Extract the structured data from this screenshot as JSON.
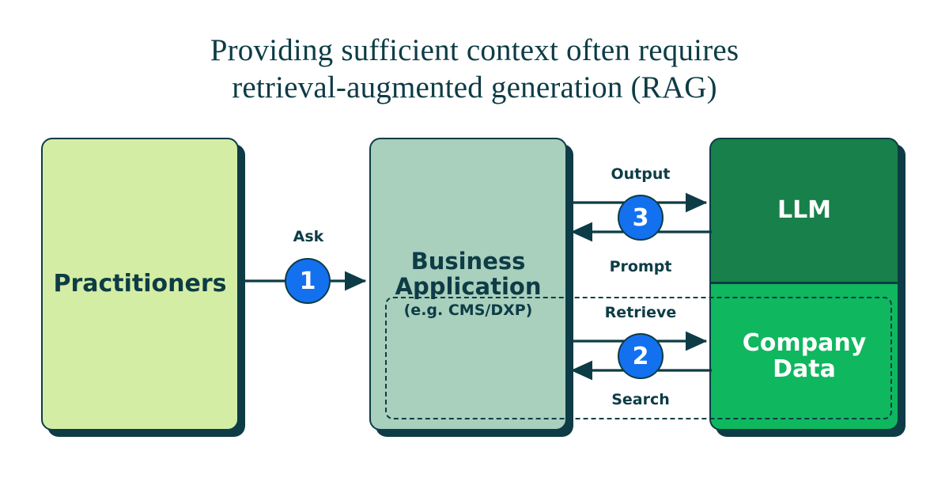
{
  "title": {
    "line1": "Providing sufficient context often requires",
    "line2": "retrieval-augmented generation (RAG)"
  },
  "colors": {
    "title_text": "#0d3c46",
    "outline": "#0d3c46",
    "practitioners_fill": "#d4eda4",
    "business_app_fill": "#a9cfbd",
    "llm_fill": "#18804a",
    "company_data_fill": "#0fb75e",
    "step_circle_fill": "#1371f0",
    "step_circle_text": "#ffffff",
    "background": "#ffffff"
  },
  "nodes": {
    "practitioners": {
      "label": "Practitioners"
    },
    "business_application": {
      "label_line1": "Business",
      "label_line2": "Application",
      "sublabel": "(e.g. CMS/DXP)"
    },
    "llm": {
      "label": "LLM"
    },
    "company_data": {
      "label_line1": "Company",
      "label_line2": "Data"
    }
  },
  "boundary": {
    "name": "rag-dashed-boundary",
    "style": "dashed"
  },
  "steps": [
    {
      "number": "1",
      "label": "Ask",
      "from": "practitioners",
      "to": "business_application",
      "direction": "right"
    },
    {
      "number": "2",
      "label_top": "Retrieve",
      "label_bottom": "Search",
      "from": "business_application",
      "to": "company_data"
    },
    {
      "number": "3",
      "label_top": "Output",
      "label_bottom": "Prompt",
      "from": "business_application",
      "to": "llm"
    }
  ],
  "arrow_labels": {
    "ask": "Ask",
    "output": "Output",
    "prompt": "Prompt",
    "retrieve": "Retrieve",
    "search": "Search"
  },
  "step_numbers": {
    "one": "1",
    "two": "2",
    "three": "3"
  }
}
